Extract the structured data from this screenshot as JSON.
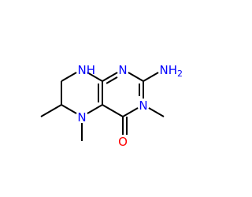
{
  "molecule": {
    "atoms": [
      {
        "id": "n8",
        "element": "N",
        "label": "N",
        "label_suffix": "H"
      },
      {
        "id": "c8a",
        "element": "C",
        "label": ""
      },
      {
        "id": "n1",
        "element": "N",
        "label": "N"
      },
      {
        "id": "c2",
        "element": "C",
        "label": ""
      },
      {
        "id": "nh2",
        "element": "N",
        "label": "NH",
        "label_suffix": "2"
      },
      {
        "id": "n3",
        "element": "N",
        "label": "N"
      },
      {
        "id": "me3",
        "element": "C",
        "label": ""
      },
      {
        "id": "c4",
        "element": "C",
        "label": ""
      },
      {
        "id": "o4",
        "element": "O",
        "label": "O"
      },
      {
        "id": "c4a",
        "element": "C",
        "label": ""
      },
      {
        "id": "n5",
        "element": "N",
        "label": "N"
      },
      {
        "id": "me5",
        "element": "C",
        "label": ""
      },
      {
        "id": "c6",
        "element": "C",
        "label": ""
      },
      {
        "id": "me6",
        "element": "C",
        "label": ""
      },
      {
        "id": "c7",
        "element": "C",
        "label": ""
      }
    ],
    "bonds": [
      {
        "from": "n8",
        "to": "c8a",
        "order": 1
      },
      {
        "from": "c8a",
        "to": "n1",
        "order": 2
      },
      {
        "from": "n1",
        "to": "c2",
        "order": 1
      },
      {
        "from": "c2",
        "to": "nh2",
        "order": 1
      },
      {
        "from": "c2",
        "to": "n3",
        "order": 2
      },
      {
        "from": "n3",
        "to": "me3",
        "order": 1
      },
      {
        "from": "n3",
        "to": "c4",
        "order": 1
      },
      {
        "from": "c4",
        "to": "o4",
        "order": 2
      },
      {
        "from": "c4",
        "to": "c4a",
        "order": 1
      },
      {
        "from": "c4a",
        "to": "c8a",
        "order": 2
      },
      {
        "from": "c4a",
        "to": "n5",
        "order": 1
      },
      {
        "from": "n5",
        "to": "me5",
        "order": 1
      },
      {
        "from": "n5",
        "to": "c6",
        "order": 1
      },
      {
        "from": "c6",
        "to": "me6",
        "order": 1
      },
      {
        "from": "c6",
        "to": "c7",
        "order": 1
      },
      {
        "from": "c7",
        "to": "n8",
        "order": 1
      }
    ],
    "colors": {
      "N": "#0000ff",
      "O": "#ff0000",
      "C": "#000000",
      "bond": "#000000",
      "background": "#ffffff"
    }
  }
}
